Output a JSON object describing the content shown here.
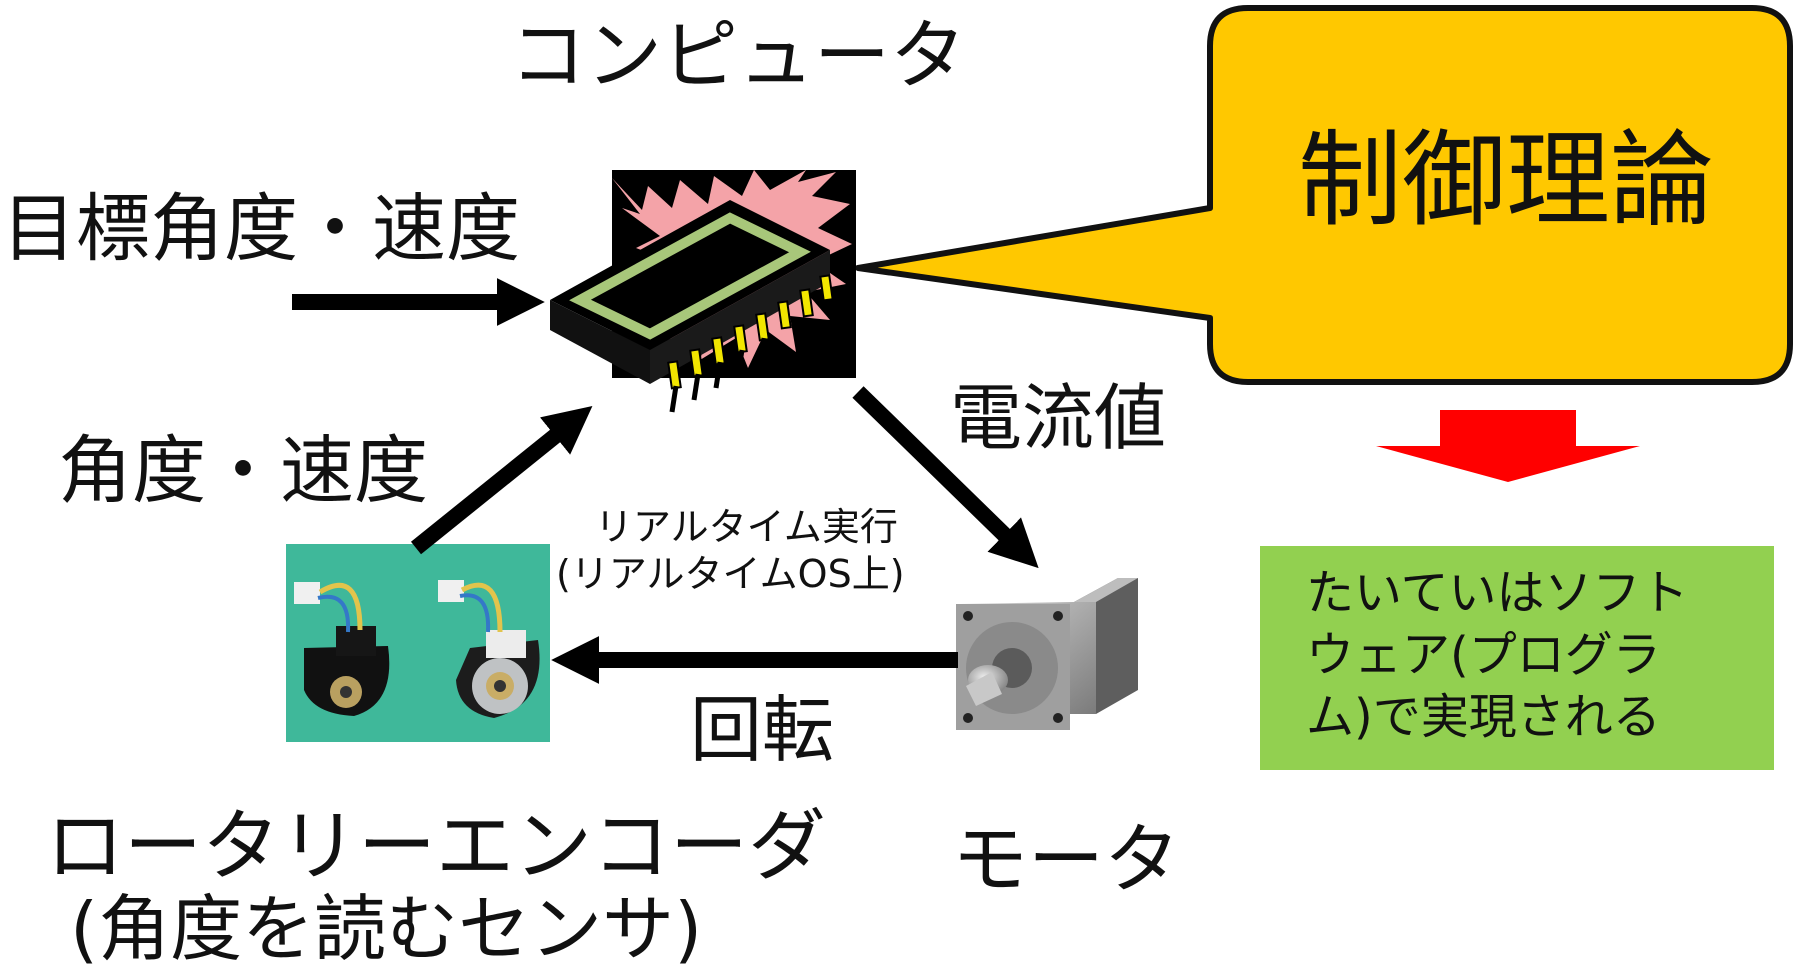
{
  "diagram": {
    "computer_title": "コンピュータ",
    "target_label": "目標角度・速度",
    "feedback_label": "角度・速度",
    "current_label": "電流値",
    "realtime_line1": "リアルタイム実行",
    "realtime_line2": "(リアルタイムOS上)",
    "rotation_label": "回転",
    "encoder_line1": "ロータリーエンコーダ",
    "encoder_line2": "(角度を読むセンサ)",
    "motor_label": "モータ",
    "callout_text": "制御理論",
    "note_lines": [
      "たいていはソフト",
      "ウェア(プログラ",
      "ム)で実現される"
    ]
  },
  "colors": {
    "callout_fill": "#ffc800",
    "note_fill": "#92d050",
    "down_arrow": "#ff0000",
    "arrow": "#000000",
    "chip_glow": "#f4a3a8",
    "chip_border": "#a8c77a",
    "chip_pins": "#f2e600",
    "encoder_bg": "#3fb89a",
    "motor_body": "#8d8d8d"
  },
  "icons": [
    "ic-chip-icon",
    "motor-icon",
    "rotary-encoder-photo"
  ]
}
